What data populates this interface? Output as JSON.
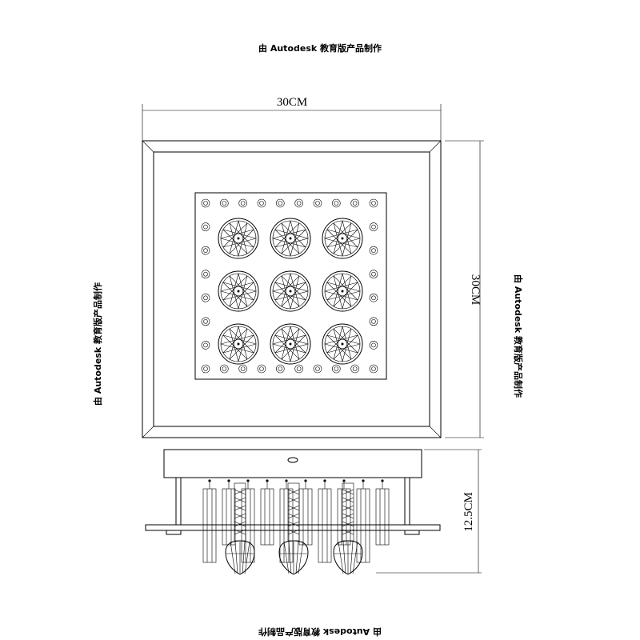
{
  "watermark": {
    "text": "由 Autodesk 教育版产品制作"
  },
  "dimensions": {
    "width_label": "30CM",
    "depth_label": "30CM",
    "height_label": "12.5CM"
  },
  "plan_view": {
    "crystal_rows": 3,
    "crystal_cols": 3
  },
  "side_view": {
    "pendant_balls": 3
  }
}
